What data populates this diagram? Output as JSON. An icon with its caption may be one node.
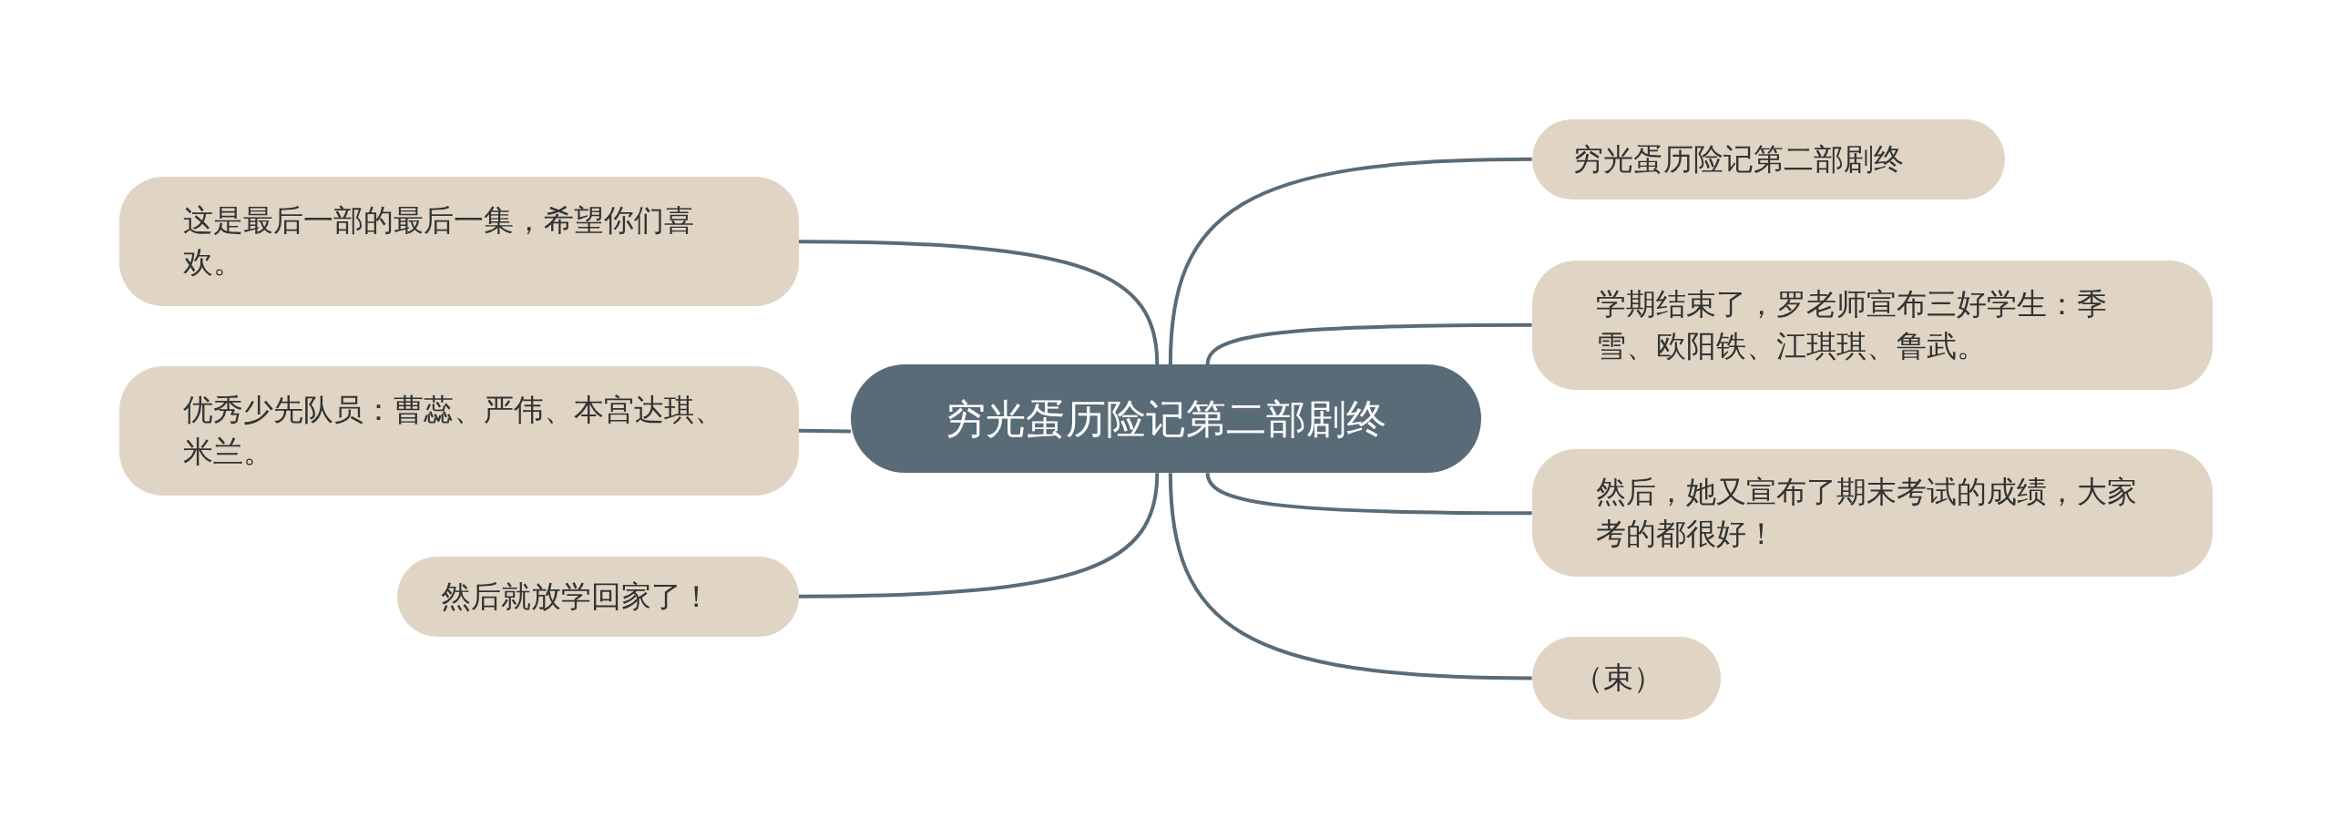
{
  "diagram": {
    "nodes": [
      {
        "text": [
          "穷光蛋历险记第二部剧终"
        ]
      },
      {
        "text": [
          "穷光蛋历险记第二部剧终"
        ]
      },
      {
        "text": [
          "学期结束了，罗老师宣布三好学生：季雪、欧阳铁、江琪琪、鲁武。"
        ]
      },
      {
        "text": [
          "然后，她又宣布了期末考试的成绩，大家考的都很好！"
        ]
      },
      {
        "text": [
          "（束）"
        ]
      },
      {
        "text": [
          "这是最后一部的最后一集，希望你们喜欢。"
        ]
      },
      {
        "text": [
          "优秀少先队员：曹蕊、严伟、本宫达琪、米兰。"
        ]
      },
      {
        "text": [
          "然后就放学回家了！"
        ]
      }
    ],
    "edges": [
      {
        "from": 0,
        "to": 1,
        "arrow": "none"
      },
      {
        "from": 0,
        "to": 2,
        "arrow": "none"
      },
      {
        "from": 0,
        "to": 3,
        "arrow": "none"
      },
      {
        "from": 0,
        "to": 4,
        "arrow": "none"
      },
      {
        "from": 0,
        "to": 5,
        "arrow": "none"
      },
      {
        "from": 0,
        "to": 6,
        "arrow": "none"
      },
      {
        "from": 0,
        "to": 7,
        "arrow": "none"
      }
    ]
  }
}
